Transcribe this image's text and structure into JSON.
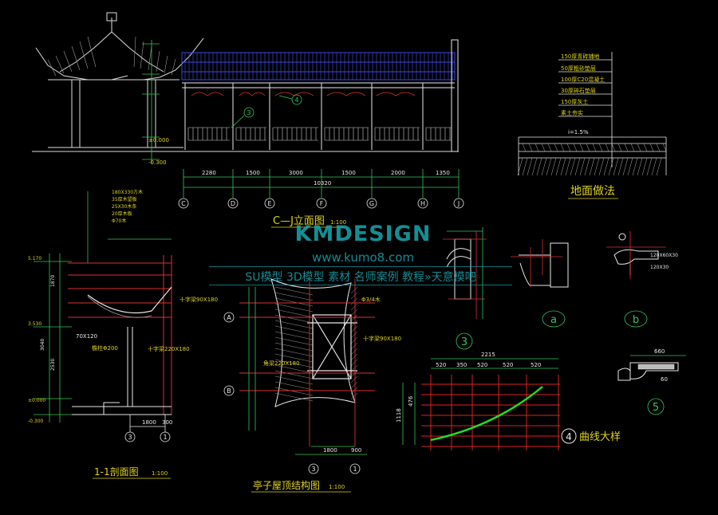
{
  "titles": {
    "elevation": "C—J立面图",
    "elevation_scale": "1:100",
    "floor_method": "地面做法",
    "section": "1-1剖面图",
    "section_scale": "1:100",
    "roof_structure": "亭子屋顶结构图",
    "roof_scale": "1:100",
    "curve_detail": "曲线大样"
  },
  "elevation": {
    "dims": [
      "2280",
      "1500",
      "3000",
      "1500",
      "2000",
      "1350"
    ],
    "total": "10320",
    "axes": [
      "C",
      "D",
      "E",
      "F",
      "G",
      "H",
      "J"
    ],
    "levels": [
      "±0.000",
      "-0.300"
    ],
    "callouts": [
      "3",
      "4"
    ]
  },
  "floor_layers": [
    "150厚青砖铺地",
    "50厚粗砂垫层",
    "100厚C20混凝土",
    "30厚碎石垫层",
    "150厚灰土",
    "素土夯实"
  ],
  "floor_slope": "i=1.5%",
  "section": {
    "dims_bottom": [
      "1800",
      "300"
    ],
    "axes": [
      "3",
      "1"
    ],
    "levels": [
      "5.170",
      "3.530",
      "±0.000",
      "-0.300"
    ],
    "labels": [
      "70X120",
      "檐柱Φ200",
      "十字梁220X180",
      "十字梁90X180"
    ],
    "dims_left": [
      "2530",
      "3040",
      "1870"
    ],
    "spec_lines": [
      "180X330方木",
      "35厚木望板",
      "25X30木条",
      "20厚木板",
      "Φ70木"
    ]
  },
  "roof": {
    "axes_h": [
      "3",
      "1"
    ],
    "axes_v": [
      "A",
      "B"
    ],
    "dims_bottom": [
      "1800",
      "900"
    ],
    "labels": [
      "Φ3/4木",
      "十字梁90X180",
      "角梁220X180"
    ]
  },
  "curve": {
    "top_dims": [
      "520",
      "350",
      "520",
      "520",
      "520"
    ],
    "total": "2215",
    "left_dims": [
      "1118",
      "476"
    ],
    "number": "4"
  },
  "details": {
    "a": "a",
    "b": "b",
    "n3": "3",
    "n5": "5",
    "b_dims": [
      "120X60X30",
      "120X30"
    ],
    "d5_dims": [
      "660",
      "60"
    ]
  },
  "watermark": {
    "brand": "KMDESIGN",
    "url": "www.kumo8.com",
    "subtitle": "SU模型 3D模型 素材 名师案例 教程»天意模吧"
  },
  "colors": {
    "background": "#000000",
    "roof_tile": "#3c46d8",
    "structure_white": "#e8e8e8",
    "dimension_green": "#34c759",
    "red_construction": "#e02020",
    "yellow_text": "#e0d31a",
    "watermark_cyan": "#18a7b0",
    "curve_green": "#22e022"
  }
}
